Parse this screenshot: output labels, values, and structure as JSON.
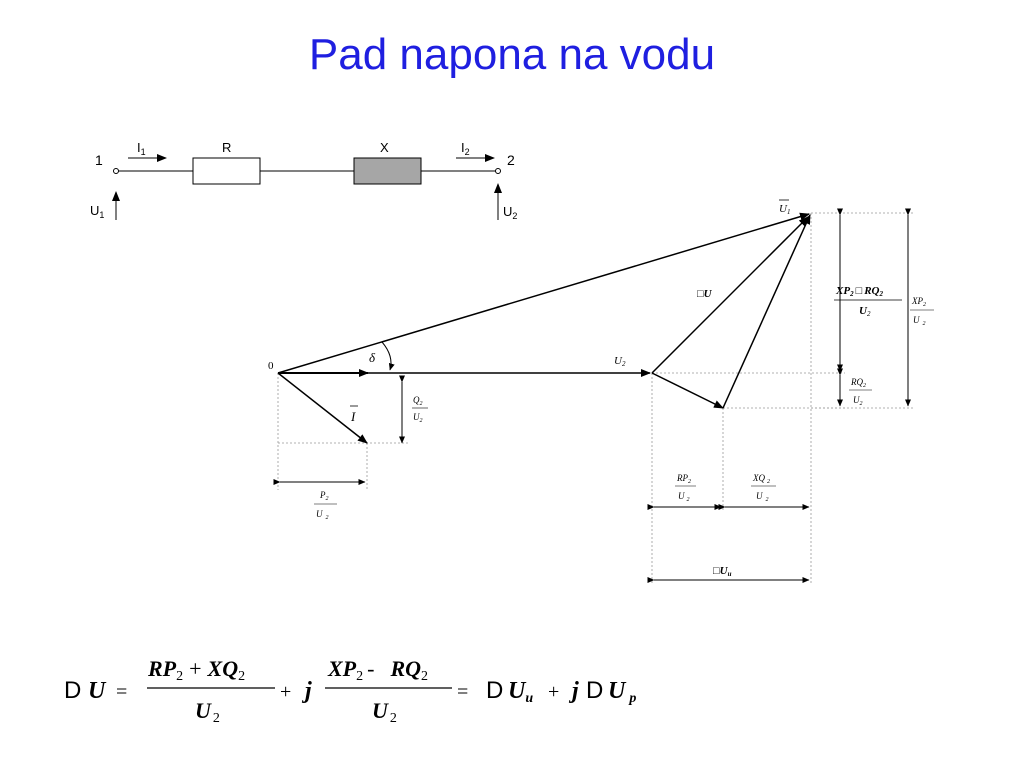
{
  "title": "Pad napona na vodu",
  "circuit": {
    "node1": "1",
    "node2": "2",
    "current_in": "I",
    "current_in_sub": "1",
    "current_out": "I",
    "current_out_sub": "2",
    "resistor": "R",
    "reactance": "X",
    "voltage_in": "U",
    "voltage_in_sub": "1",
    "voltage_out": "U",
    "voltage_out_sub": "2",
    "colors": {
      "reactance_fill": "#a6a6a6",
      "line": "#000000"
    }
  },
  "phasor": {
    "origin": "0",
    "delta": "δ",
    "u1": "U",
    "u1_sub": "1",
    "u2": "U",
    "u2_sub": "2",
    "current": "I",
    "du": "U",
    "du_symbol": "□",
    "q_frac": {
      "num": "Q",
      "num_sub": "2",
      "den": "U",
      "den_sub": "2"
    },
    "p_frac": {
      "num": "P",
      "num_sub": "2",
      "den": "U",
      "den_sub": "2"
    },
    "rp_frac": {
      "num": "RP",
      "num_sub": "2",
      "den": "U",
      "den_sub": "2"
    },
    "xq_frac": {
      "num": "XQ",
      "num_sub": "2",
      "den": "U",
      "den_sub": "2"
    },
    "rq_frac": {
      "num": "RQ",
      "num_sub": "2",
      "den": "U",
      "den_sub": "2"
    },
    "xp_frac": {
      "num": "XP",
      "num_sub": "2",
      "den": "U",
      "den_sub": "2"
    },
    "big_frac": {
      "num_a": "XP",
      "num_a_sub": "2",
      "sym": "□",
      "num_b": "RQ",
      "num_b_sub": "2",
      "den": "U",
      "den_sub": "2"
    },
    "du_u": {
      "sym": "□",
      "main": "U",
      "sub": "u"
    }
  },
  "formula": {
    "delta": "D",
    "u": "U",
    "eq": "=",
    "frac1_num_a": "RP",
    "frac1_num_a_sub": "2",
    "plus": "+",
    "frac1_num_b": "XQ",
    "frac1_num_b_sub": "2",
    "den": "U",
    "den_sub": "2",
    "j": "j",
    "frac2_num_a": "XP",
    "frac2_num_a_sub": "2",
    "minus": "-",
    "frac2_num_b": "RQ",
    "frac2_num_b_sub": "2",
    "du_main": "U",
    "du_sub_u": "u",
    "du_sub_p": "p"
  }
}
